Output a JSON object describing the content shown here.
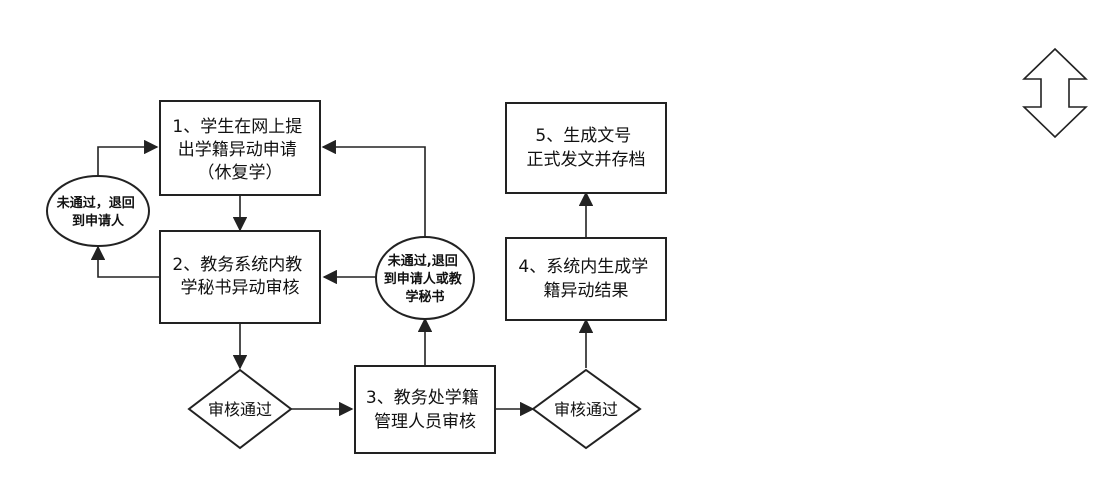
{
  "nodes": {
    "step1": {
      "lines": [
        "1、学生在网上提",
        "出学籍异动申请",
        "（休复学）"
      ]
    },
    "step2": {
      "lines": [
        "2、教务系统内教",
        "学秘书异动审核"
      ]
    },
    "step3": {
      "lines": [
        "3、教务处学籍",
        "管理人员审核"
      ]
    },
    "step4": {
      "lines": [
        "4、系统内生成学",
        "籍异动结果"
      ]
    },
    "step5": {
      "lines": [
        "5、生成文号",
        "正式发文并存档"
      ]
    },
    "reject1": {
      "lines": [
        "未通过，退回",
        "到申请人"
      ]
    },
    "reject2": {
      "lines": [
        "未通过,退回",
        "到申请人或教",
        "学秘书"
      ]
    },
    "decision1": {
      "label": "审核通过"
    },
    "decision2": {
      "label": "审核通过"
    }
  },
  "legend": {
    "icon": "double-arrow-vertical-icon"
  }
}
